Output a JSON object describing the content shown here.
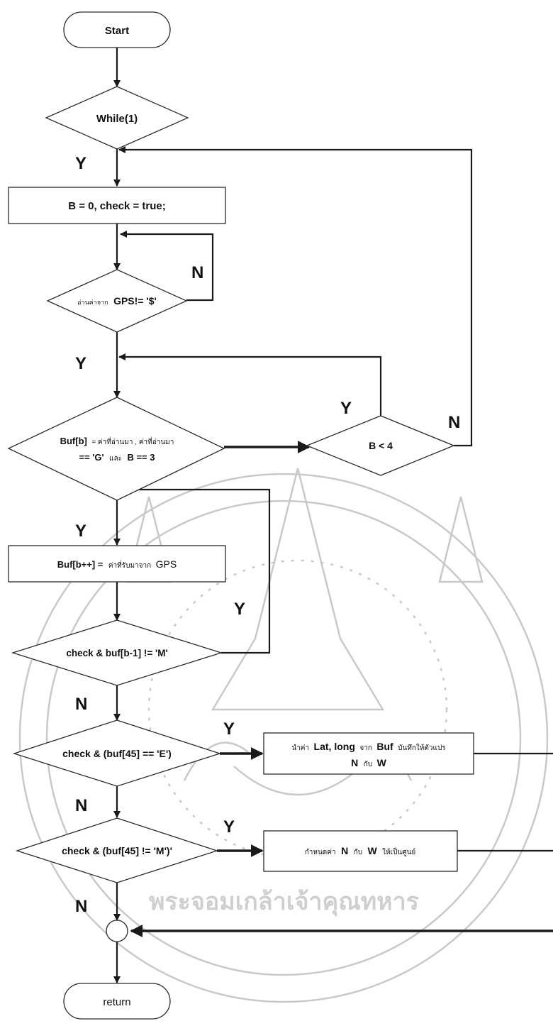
{
  "nodes": {
    "start": "Start",
    "while": "While(1)",
    "init": "B = 0, check = true;",
    "read_gps_prefix": "อ่านค่าจาก",
    "read_gps_main": "GPS!= '$'",
    "buf_cond_line1_a": "Buf[b]",
    "buf_cond_line1_b": "= ค่าที่อ่านมา , ค่าที่อ่านมา",
    "buf_cond_line2_a": "== 'G'",
    "buf_cond_line2_b": "และ",
    "buf_cond_line2_c": "B == 3",
    "b_lt_4": "B < 4",
    "buf_assign_a": "Buf[b++] =",
    "buf_assign_b": "ค่าที่รับมาจาก",
    "buf_assign_c": "GPS",
    "check_m": "check & buf[b-1] != 'M'",
    "check_e": "check & (buf[45] == 'E')",
    "check_not_m": "check & (buf[45] != 'M')'",
    "store_l1_a": "นำค่า",
    "store_l1_b": "Lat, long",
    "store_l1_c": "จาก",
    "store_l1_d": "Buf",
    "store_l1_e": "บันทึกให้ตัวแปร",
    "store_l2_a": "N",
    "store_l2_b": "กับ",
    "store_l2_c": "W",
    "zero_a": "กำหนดค่า",
    "zero_b": "N",
    "zero_c": "กับ",
    "zero_d": "W",
    "zero_e": "ให้เป็นศูนย์",
    "return": "return"
  },
  "edge_labels": {
    "while_yes": "Y",
    "read_loop_no": "N",
    "read_yes": "Y",
    "b_lt_4_yes": "Y",
    "b_lt_4_no": "N",
    "buf_cond_yes": "Y",
    "check_m_yes": "Y",
    "check_m_no": "N",
    "check_e_yes": "Y",
    "check_e_no": "N",
    "check_not_m_yes": "Y",
    "check_not_m_no": "N"
  },
  "watermark": {
    "bottom_arc": "พระจอมเกล้าเจ้าคุณทหาร"
  }
}
